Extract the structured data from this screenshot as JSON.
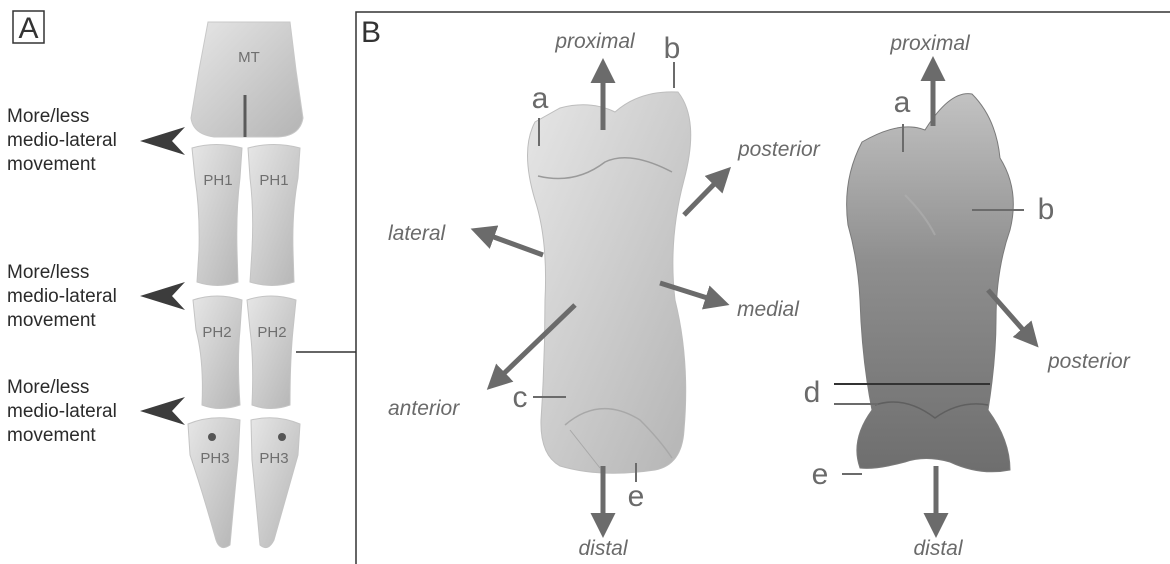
{
  "panel_a": {
    "letter": "A",
    "bone_labels": {
      "mt": "MT",
      "ph1_left": "PH1",
      "ph1_right": "PH1",
      "ph2_left": "PH2",
      "ph2_right": "PH2",
      "ph3_left": "PH3",
      "ph3_right": "PH3"
    },
    "movement_notes": [
      {
        "line1": "More/less",
        "line2": "medio-lateral",
        "line3": "movement"
      },
      {
        "line1": "More/less",
        "line2": "medio-lateral",
        "line3": "movement"
      },
      {
        "line1": "More/less",
        "line2": "medio-lateral",
        "line3": "movement"
      }
    ]
  },
  "panel_b": {
    "letter": "B",
    "left_bone": {
      "directions": {
        "proximal": "proximal",
        "posterior": "posterior",
        "lateral": "lateral",
        "medial": "medial",
        "anterior": "anterior",
        "distal": "distal"
      },
      "points": {
        "a": "a",
        "b": "b",
        "c": "c",
        "e": "e"
      }
    },
    "right_bone": {
      "directions": {
        "proximal": "proximal",
        "posterior": "posterior",
        "distal": "distal"
      },
      "points": {
        "a": "a",
        "b": "b",
        "d": "d",
        "e": "e"
      }
    }
  },
  "colors": {
    "arrow": "#6b6b6b",
    "bone_light": "#d6d6d6",
    "bone_mid": "#b9b9b9",
    "bone_dark": "#8a8a8a"
  }
}
